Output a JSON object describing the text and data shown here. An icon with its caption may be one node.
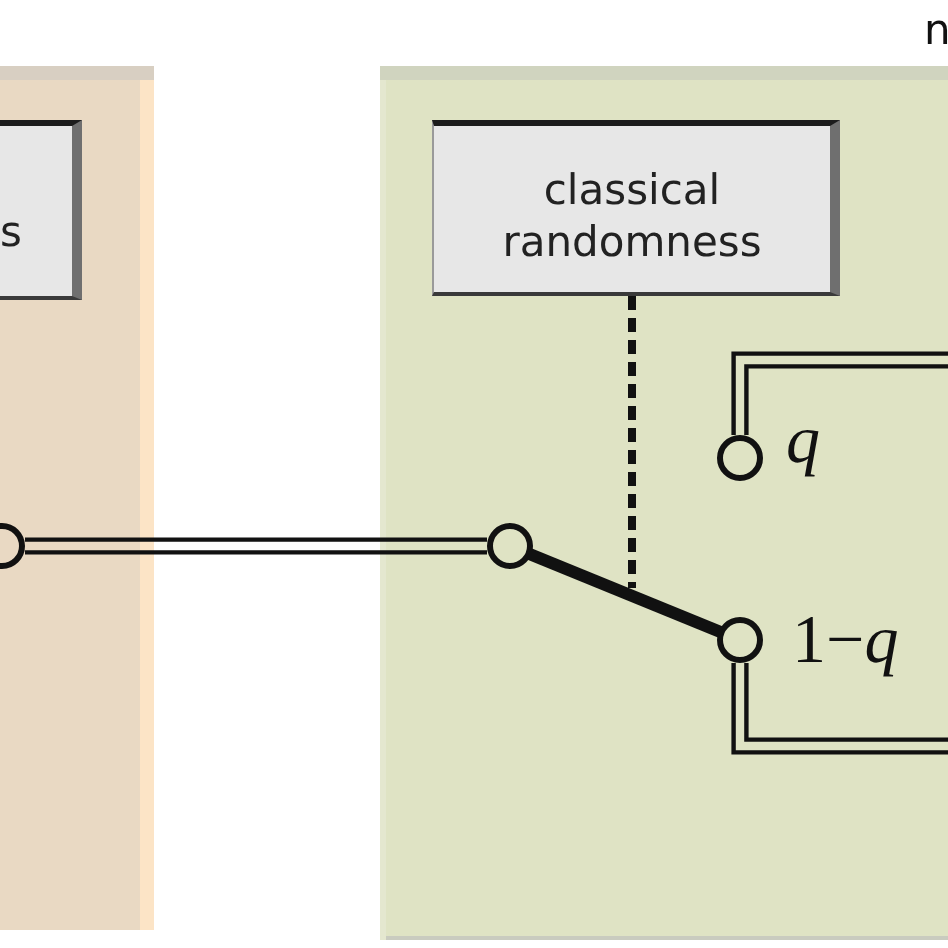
{
  "diagram": {
    "nodes": [
      {
        "text": [],
        "shape": "box"
      },
      {
        "text": [
          "s"
        ],
        "in": 0
      },
      {
        "text": [],
        "shape": "circle",
        "in": 0
      },
      {
        "text": [],
        "shape": "box"
      },
      {
        "text": [
          "classical randomness"
        ],
        "in": 3
      },
      {
        "text": [],
        "shape": "circle",
        "in": 3
      },
      {
        "text": [],
        "shape": "circle",
        "in": 3,
        "beside": [
          "q"
        ]
      },
      {
        "text": [],
        "shape": "circle",
        "in": 3,
        "beside": [
          "1−*q*"
        ]
      }
    ],
    "edges": [
      {
        "from": 2,
        "to": 5,
        "arrow": "none"
      },
      {
        "from": 5,
        "to": 7,
        "arrow": "none",
        "style": "thick"
      },
      {
        "from": 4,
        "to": null,
        "arrow": "none",
        "style": "dashed"
      },
      {
        "from": 6,
        "to": null,
        "arrow": "none"
      },
      {
        "from": 7,
        "to": null,
        "arrow": "none"
      }
    ],
    "labels": [
      "n"
    ]
  }
}
